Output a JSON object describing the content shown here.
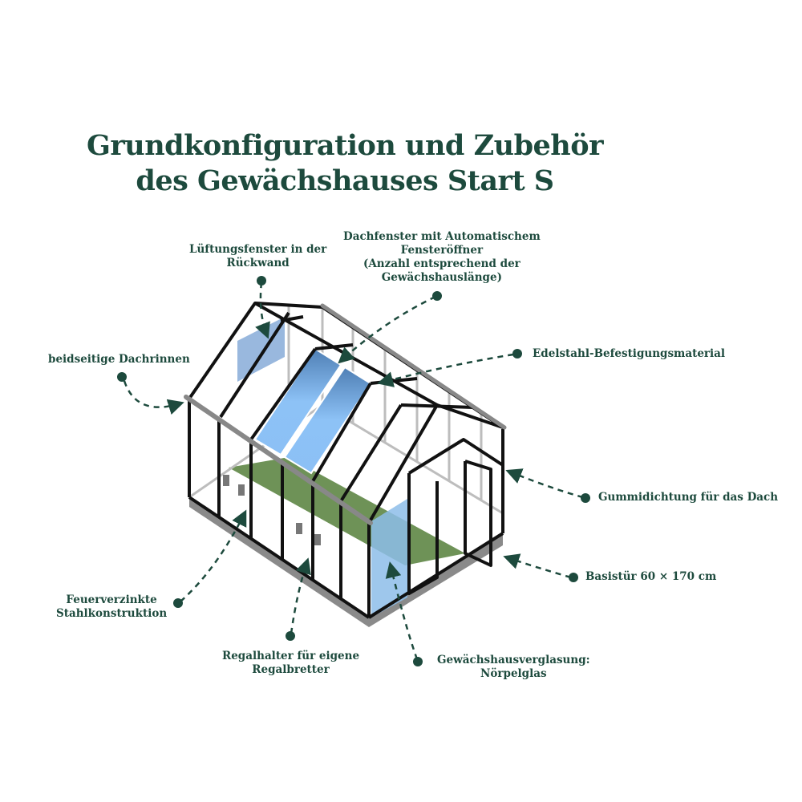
{
  "title": {
    "line1": "Grundkonfiguration und Zubehör",
    "line2": "des Gewächshauses Start S"
  },
  "labels": {
    "lueftung": [
      "Lüftungsfenster in der",
      "Rückwand"
    ],
    "dachfenster": [
      "Dachfenster mit Automatischem",
      "Fensteröffner",
      "(Anzahl entsprechend der",
      "Gewächshauslänge)"
    ],
    "dachrinnen": [
      "beidseitige Dachrinnen"
    ],
    "edelstahl": [
      "Edelstahl-Befestigungsmaterial"
    ],
    "gummi": [
      "Gummidichtung für das Dach"
    ],
    "basistuer": [
      "Basistür 60 × 170 cm"
    ],
    "stahl": [
      "Feuerverzinkte",
      "Stahlkonstruktion"
    ],
    "regal": [
      "Regalhalter für eigene",
      "Regalbretter"
    ],
    "verglasung": [
      "Gewächshausverglasung:",
      "Nörpelglas"
    ]
  },
  "colors": {
    "text": "#1d4a3d",
    "frame": "#111111",
    "floor": "#6e9257",
    "glass": "#7fb6f0"
  }
}
